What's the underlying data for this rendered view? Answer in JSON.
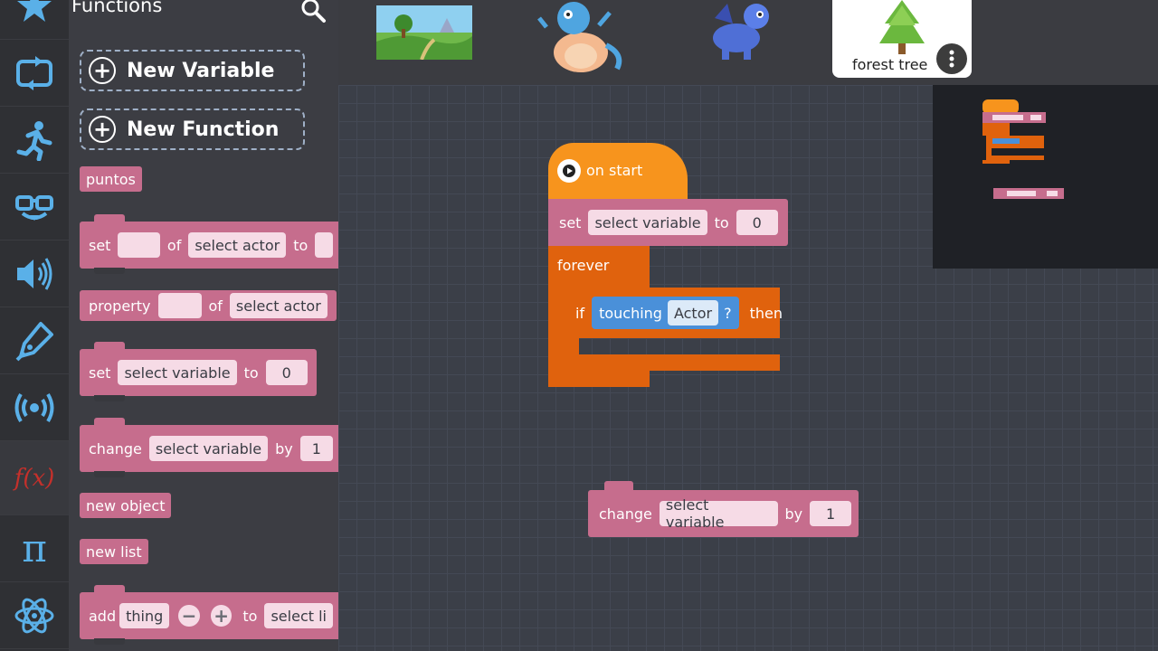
{
  "palette": {
    "title": "Functions",
    "new_variable": "New Variable",
    "new_function": "New Function",
    "plus_symbol": "+",
    "blocks": {
      "puntos": "puntos",
      "set_of_actor": {
        "set": "set",
        "of": "of",
        "actor": "select actor",
        "to": "to"
      },
      "property": {
        "label": "property",
        "of": "of",
        "actor": "select actor"
      },
      "set_variable": {
        "set": "set",
        "variable": "select variable",
        "to": "to",
        "value": "0"
      },
      "change_variable": {
        "change": "change",
        "variable": "select variable",
        "by": "by",
        "value": "1"
      },
      "new_object": "new object",
      "new_list": "new list",
      "add_list": {
        "add": "add",
        "thing": "thing",
        "minus": "−",
        "plus": "+",
        "to": "to",
        "list": "select li"
      }
    }
  },
  "rail": {
    "categories": [
      "star-icon",
      "repeat-icon",
      "running-person-icon",
      "glasses-mask-icon",
      "speaker-icon",
      "pen-nib-icon",
      "broadcast-icon",
      "function-icon",
      "pi-icon",
      "atom-icon"
    ],
    "active": "function-icon",
    "function_glyph": "f(x)",
    "pi_glyph": "π"
  },
  "sprites": {
    "items": [
      "landscape-background",
      "orange-dragon",
      "blue-dragon"
    ],
    "selected_label": "forest tree"
  },
  "script": {
    "on_start": "on start",
    "set": "set",
    "variable": "select variable",
    "to": "to",
    "value": "0",
    "forever": "forever",
    "if": "if",
    "touching": "touching",
    "actor": "Actor",
    "question": "?",
    "then": "then"
  },
  "loose_block": {
    "change": "change",
    "variable": "select variable",
    "by": "by",
    "value": "1"
  },
  "colors": {
    "pink": "#c66d8d",
    "orange": "#f7941d",
    "dark_orange": "#e0620d",
    "blue": "#4a90d9",
    "rail": "#2f3034"
  }
}
